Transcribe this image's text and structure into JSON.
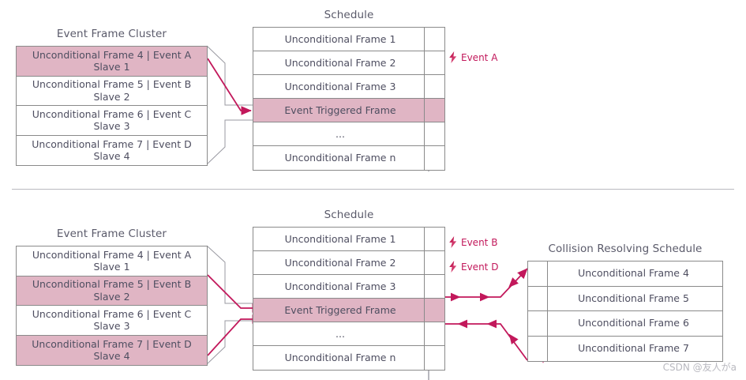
{
  "colors": {
    "highlight_fill": "#e0b5c4",
    "border_gray": "#8a8a8a",
    "text": "#4e4e60",
    "accent_crimson": "#c2185b",
    "divider": "#b9b9c0",
    "watermark": "#b9b9c0"
  },
  "top": {
    "cluster_title": "Event Frame Cluster",
    "schedule_title": "Schedule",
    "cluster_rows": [
      {
        "text": "Unconditional Frame 4 | Event A\nSlave 1",
        "highlighted": true
      },
      {
        "text": "Unconditional Frame 5 | Event B\nSlave 2",
        "highlighted": false
      },
      {
        "text": "Unconditional Frame 6 | Event C\nSlave 3",
        "highlighted": false
      },
      {
        "text": "Unconditional Frame 7 | Event D\nSlave 4",
        "highlighted": false
      }
    ],
    "schedule_rows": [
      {
        "text": "Unconditional Frame 1",
        "highlighted": false
      },
      {
        "text": "Unconditional Frame 2",
        "highlighted": false
      },
      {
        "text": "Unconditional Frame 3",
        "highlighted": false
      },
      {
        "text": "Event Triggered Frame",
        "highlighted": true
      },
      {
        "text": "...",
        "highlighted": false
      },
      {
        "text": "Unconditional Frame n",
        "highlighted": false
      }
    ],
    "events": [
      {
        "label": "Event A",
        "icon": "lightning-bolt-icon"
      }
    ]
  },
  "bottom": {
    "cluster_title": "Event Frame Cluster",
    "schedule_title": "Schedule",
    "collision_title": "Collision Resolving Schedule",
    "cluster_rows": [
      {
        "text": "Unconditional Frame 4 | Event A\nSlave 1",
        "highlighted": false
      },
      {
        "text": "Unconditional Frame 5 | Event B\nSlave 2",
        "highlighted": true
      },
      {
        "text": "Unconditional Frame 6 | Event C\nSlave 3",
        "highlighted": false
      },
      {
        "text": "Unconditional Frame 7 | Event D\nSlave 4",
        "highlighted": true
      }
    ],
    "schedule_rows": [
      {
        "text": "Unconditional Frame 1",
        "highlighted": false
      },
      {
        "text": "Unconditional Frame 2",
        "highlighted": false
      },
      {
        "text": "Unconditional Frame 3",
        "highlighted": false
      },
      {
        "text": "Event Triggered Frame",
        "highlighted": true
      },
      {
        "text": "...",
        "highlighted": false
      },
      {
        "text": "Unconditional Frame n",
        "highlighted": false
      }
    ],
    "collision_rows": [
      {
        "text": "Unconditional Frame 4",
        "highlighted": false
      },
      {
        "text": "Unconditional Frame 5",
        "highlighted": false
      },
      {
        "text": "Unconditional Frame 6",
        "highlighted": false
      },
      {
        "text": "Unconditional Frame 7",
        "highlighted": false
      }
    ],
    "events": [
      {
        "label": "Event B",
        "icon": "lightning-bolt-icon"
      },
      {
        "label": "Event D",
        "icon": "lightning-bolt-icon"
      }
    ],
    "collision_marker": "collision-starburst-icon"
  },
  "watermark": {
    "text": "CSDN @友人がa"
  }
}
